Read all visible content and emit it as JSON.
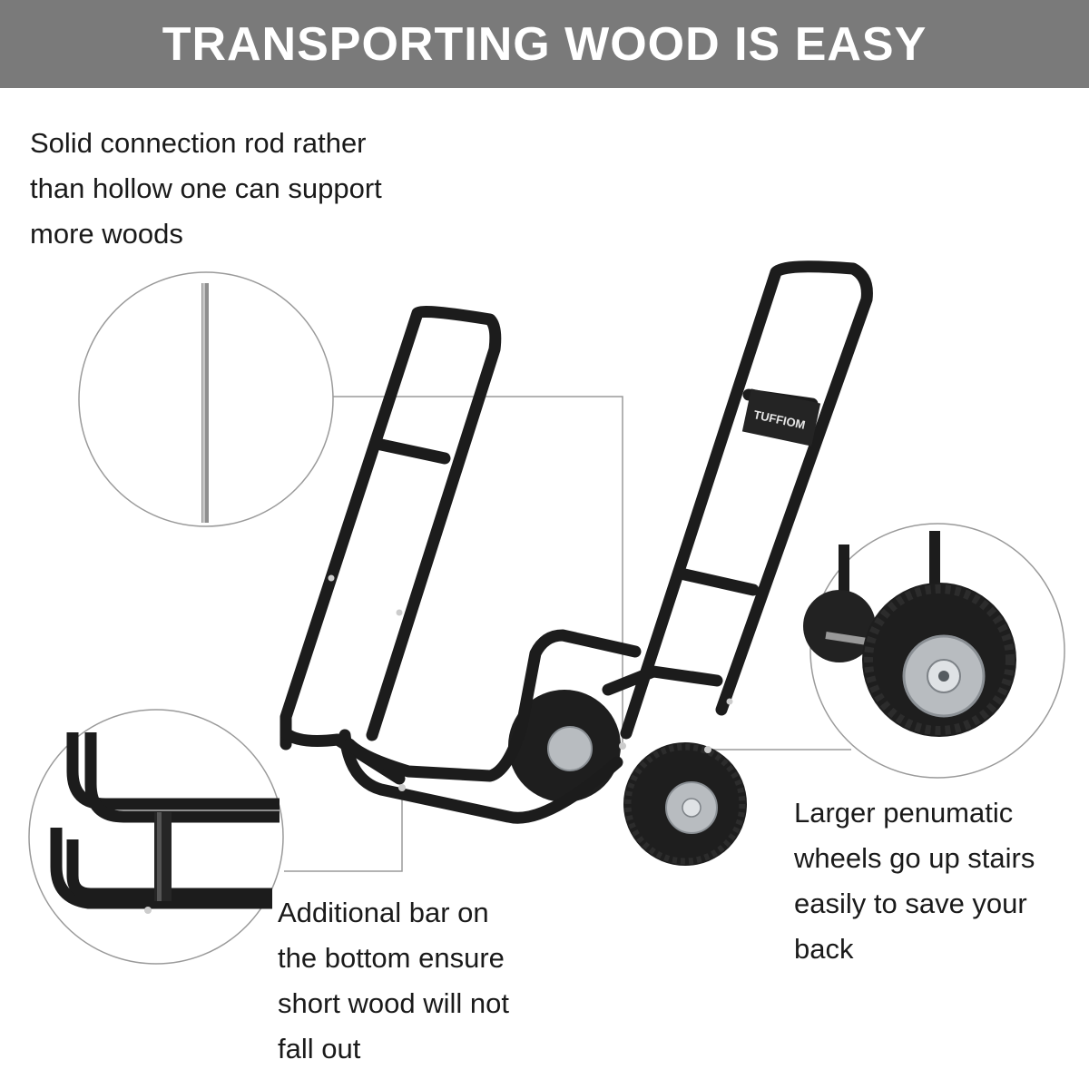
{
  "banner": {
    "title": "TRANSPORTING WOOD IS EASY"
  },
  "callouts": {
    "rod": {
      "lines": [
        "Solid connection rod rather",
        "than hollow one can support",
        "more woods"
      ]
    },
    "wheels": {
      "lines": [
        "Larger penumatic",
        "wheels go up stairs",
        "easily to save your",
        "back"
      ]
    },
    "bar": {
      "lines": [
        "Additional bar on",
        "the bottom ensure",
        "short wood will not",
        "fall out"
      ]
    }
  },
  "product": {
    "brand_plate": "TUFFIOM"
  },
  "colors": {
    "banner": "#7a7a7a",
    "frame": "#1c1c1c",
    "hub": "#b8bcc0",
    "leader": "#9a9a9a"
  }
}
